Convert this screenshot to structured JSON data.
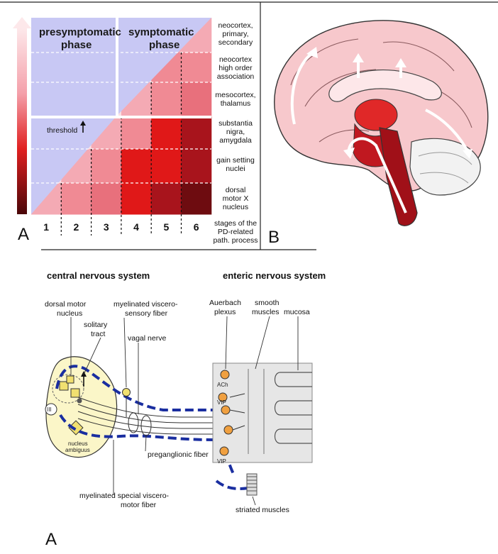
{
  "panel_a_top": {
    "phases": [
      "presymptomatic phase",
      "symptomatic phase"
    ],
    "threshold_label": "threshold",
    "rows": [
      [
        "neocortex,",
        "primary,",
        "secondary"
      ],
      [
        "neocortex",
        "high order",
        "association"
      ],
      [
        "mesocortex,",
        "thalamus"
      ],
      [
        "substantia",
        "nigra,",
        "amygdala"
      ],
      [
        "gain setting",
        "nuclei"
      ],
      [
        "dorsal",
        "motor X",
        "nucleus"
      ]
    ],
    "stages": [
      "1",
      "2",
      "3",
      "4",
      "5",
      "6"
    ],
    "stages_caption": [
      "stages of the",
      "PD-related",
      "path. process"
    ],
    "panel_letter": "A"
  },
  "panel_b": {
    "panel_letter": "B"
  },
  "panel_a_bottom": {
    "cns_title": "central nervous system",
    "ens_title": "enteric nervous system",
    "labels": {
      "dorsal_motor": [
        "dorsal motor",
        "nucleus"
      ],
      "solitary": [
        "solitary",
        "tract"
      ],
      "myel_sensory": [
        "myelinated viscero-",
        "sensory fiber"
      ],
      "vagal": "vagal nerve",
      "auerbach": [
        "Auerbach",
        "plexus"
      ],
      "smooth": [
        "smooth",
        "muscles"
      ],
      "mucosa": "mucosa",
      "ambiguus": [
        "nucleus",
        "ambiguus"
      ],
      "preganglionic": "preganglionic fiber",
      "myel_motor": [
        "myelinated special viscero-",
        "motor fiber"
      ],
      "striated": "striated muscles",
      "ach": "ACh",
      "vip1": "VIP",
      "vip2": "VIP",
      "roman": "III"
    },
    "panel_letter": "A"
  },
  "colors": {
    "lavender": "#c8c8f4",
    "pale": "#fbe0e4",
    "light": "#f4aab4",
    "mid": "#e8707c",
    "red": "#e01818",
    "dark": "#a8141c",
    "darker": "#6e0c10",
    "dash_blue": "#1a2ea0",
    "cns_fill": "#fbf6c8",
    "neuron": "#f0a040"
  }
}
